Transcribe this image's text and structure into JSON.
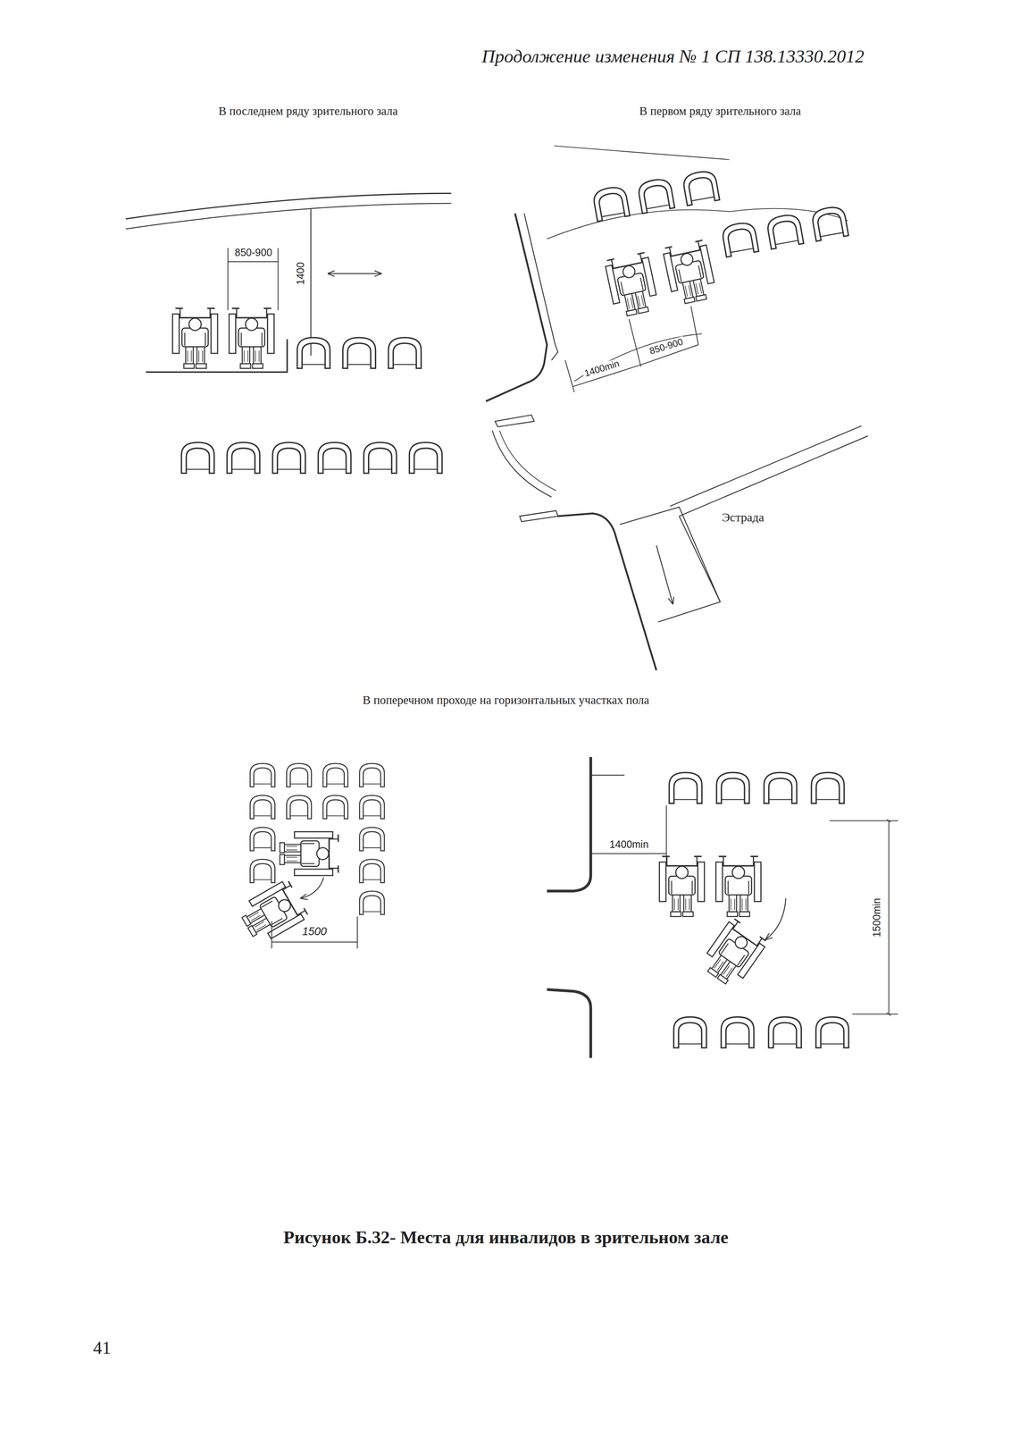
{
  "diagram": {
    "caption": "Рисунок Б.32- Места для инвалидов в зрительном зале",
    "labels": [
      "Продолжение изменения № 1 СП 138.13330.2012",
      "В последнем ряду зрительного зала",
      "В первом ряду зрительного зала",
      "850-900",
      "1400",
      "1400min",
      "850-900",
      "Эстрада",
      "В поперечном проходе на горизонтальных участках пола",
      "1500",
      "1400min",
      "1500min",
      "41"
    ]
  }
}
